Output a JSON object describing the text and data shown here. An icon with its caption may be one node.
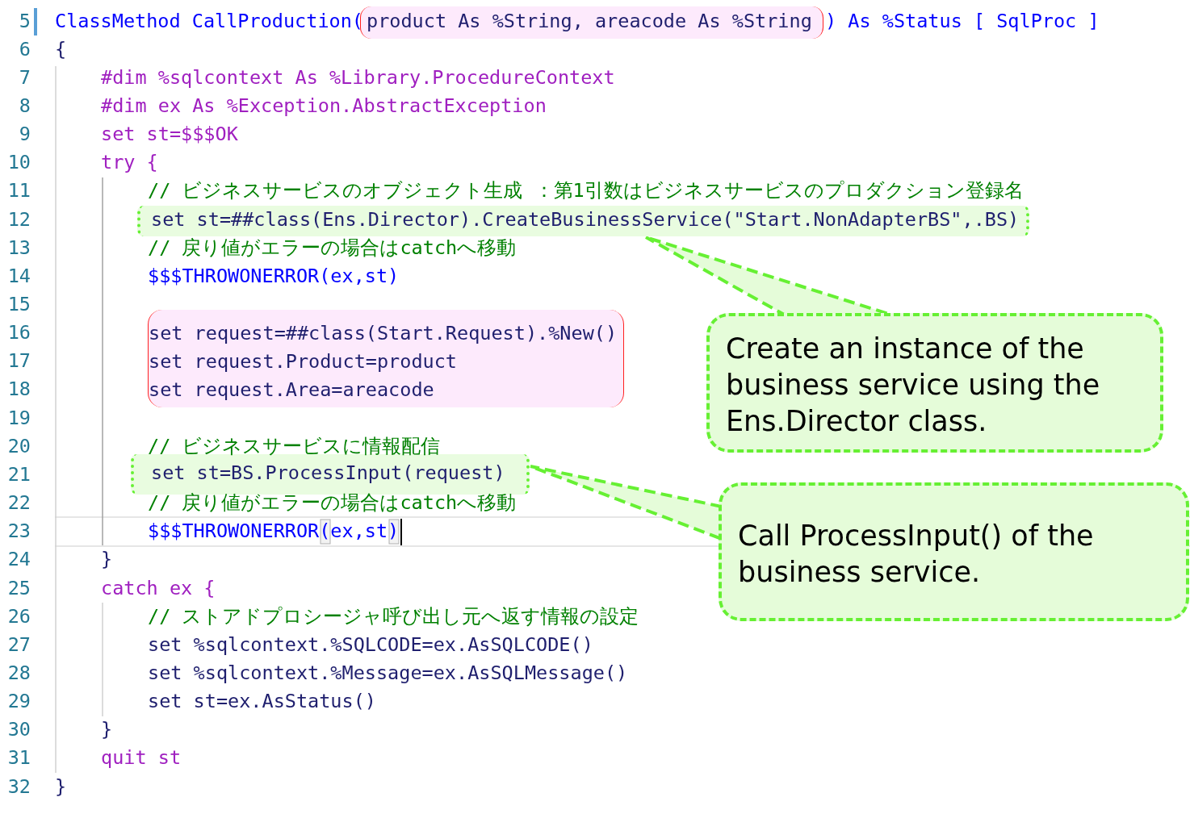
{
  "diagram": {
    "nodes": [
      {
        "text": [
          "product As %String, areacode As %String"
        ]
      },
      {
        "text": [
          "set st=##class(Ens.Director).CreateBusinessService(\"Start.NonAdapterBS\",.BS)"
        ]
      },
      {
        "text": [
          "set request=##class(Start.Request).%New()",
          "set request.Product=product",
          "set request.Area=areacode"
        ]
      },
      {
        "text": [
          "set st=BS.ProcessInput(request)"
        ]
      },
      {
        "text": [
          "Create an instance of the business service using the Ens.Director class."
        ]
      },
      {
        "text": [
          "Call ProcessInput() of the business service."
        ]
      }
    ],
    "edges": [
      {
        "from": 4,
        "to": 1,
        "arrow": "none",
        "style": "dashed"
      },
      {
        "from": 5,
        "to": 3,
        "arrow": "none",
        "style": "dashed"
      }
    ],
    "labels": [
      "5",
      "ClassMethod CallProduction(",
      ") As %Status [ SqlProc ]",
      "6",
      "{",
      "7",
      "#dim %sqlcontext As %Library.ProcedureContext",
      "8",
      "#dim ex As %Exception.AbstractException",
      "9",
      "set st=$$$OK",
      "10",
      "try {",
      "11",
      "// ビジネスサービスのオブジェクト生成 ：第1引数はビジネスサービスのプロダクション登録名",
      "12",
      "13",
      "// 戻り値がエラーの場合はcatchへ移動",
      "14",
      "$$$THROWONERROR(ex,st)",
      "15",
      "16",
      "17",
      "18",
      "19",
      "20",
      "// ビジネスサービスに情報配信",
      "21",
      "22",
      "// 戻り値がエラーの場合はcatchへ移動",
      "23",
      "$$$THROWONERROR(ex,st)",
      "24",
      "}",
      "25",
      "catch ex {",
      "26",
      "// ストアドプロシージャ呼び出し元へ返す情報の設定",
      "27",
      "set %sqlcontext.%SQLCODE=ex.AsSQLCODE()",
      "28",
      "set %sqlcontext.%Message=ex.AsSQLMessage()",
      "29",
      "set st=ex.AsStatus()",
      "30",
      "}",
      "31",
      "quit st",
      "32",
      "}"
    ]
  }
}
